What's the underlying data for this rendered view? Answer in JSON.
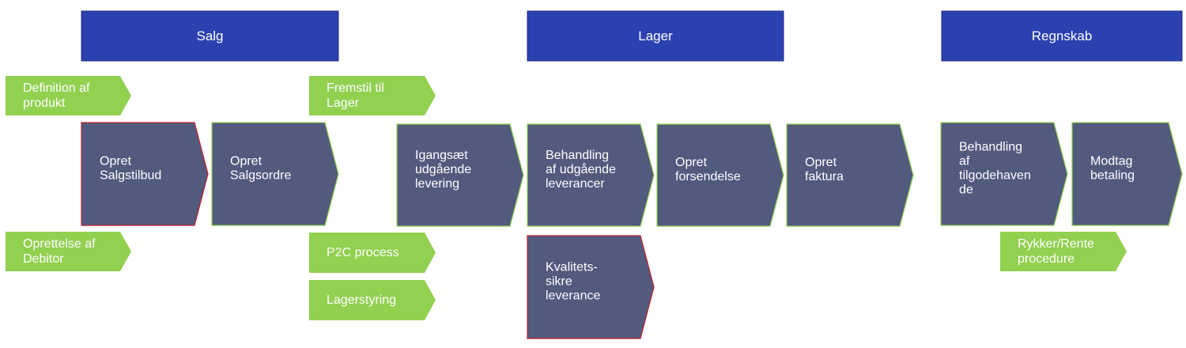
{
  "colors": {
    "header_fill": "#2b41b0",
    "header_border": "#1f2f86",
    "step_fill": "#525a7e",
    "step_border": "#8fd14f",
    "step_highlight_border": "#c0202b",
    "note_fill": "#92d050",
    "text": "#ffffff"
  },
  "headers": [
    {
      "id": "salg",
      "label": "Salg"
    },
    {
      "id": "lager",
      "label": "Lager"
    },
    {
      "id": "regnskab",
      "label": "Regnskab"
    }
  ],
  "steps": [
    {
      "id": "opret-salgstilbud",
      "lines": [
        "Opret",
        "Salgstilbud"
      ],
      "highlight": true
    },
    {
      "id": "opret-salgsordre",
      "lines": [
        "Opret",
        "Salgsordre"
      ],
      "highlight": false
    },
    {
      "id": "igangsaet-udgaaende-levering",
      "lines": [
        "Igangsæt",
        "udgående",
        "levering"
      ],
      "highlight": false
    },
    {
      "id": "behandling-udgaaende-leverancer",
      "lines": [
        "Behandling",
        "af udgående",
        "leverancer"
      ],
      "highlight": false
    },
    {
      "id": "opret-forsendelse",
      "lines": [
        "Opret",
        "forsendelse"
      ],
      "highlight": false
    },
    {
      "id": "opret-faktura",
      "lines": [
        "Opret",
        "faktura"
      ],
      "highlight": false
    },
    {
      "id": "behandling-tilgodehavende",
      "lines": [
        "Behandling",
        "af",
        "tilgodehaven",
        "de"
      ],
      "highlight": false
    },
    {
      "id": "modtag-betaling",
      "lines": [
        "Modtag",
        "betaling"
      ],
      "highlight": false
    },
    {
      "id": "kvalitetssikre-leverance",
      "lines": [
        "Kvalitets-",
        "sikre",
        "leverance"
      ],
      "highlight": true
    }
  ],
  "notes": [
    {
      "id": "definition-af-produkt",
      "lines": [
        "Definition af",
        "produkt"
      ]
    },
    {
      "id": "oprettelse-af-debitor",
      "lines": [
        "Oprettelse af",
        "Debitor"
      ]
    },
    {
      "id": "fremstil-til-lager",
      "lines": [
        "Fremstil til",
        "Lager"
      ]
    },
    {
      "id": "p2c-process",
      "lines": [
        "P2C process"
      ]
    },
    {
      "id": "lagerstyring",
      "lines": [
        "Lagerstyring"
      ]
    },
    {
      "id": "rykker-rente-procedure",
      "lines": [
        "Rykker/Rente",
        "procedure"
      ]
    }
  ]
}
